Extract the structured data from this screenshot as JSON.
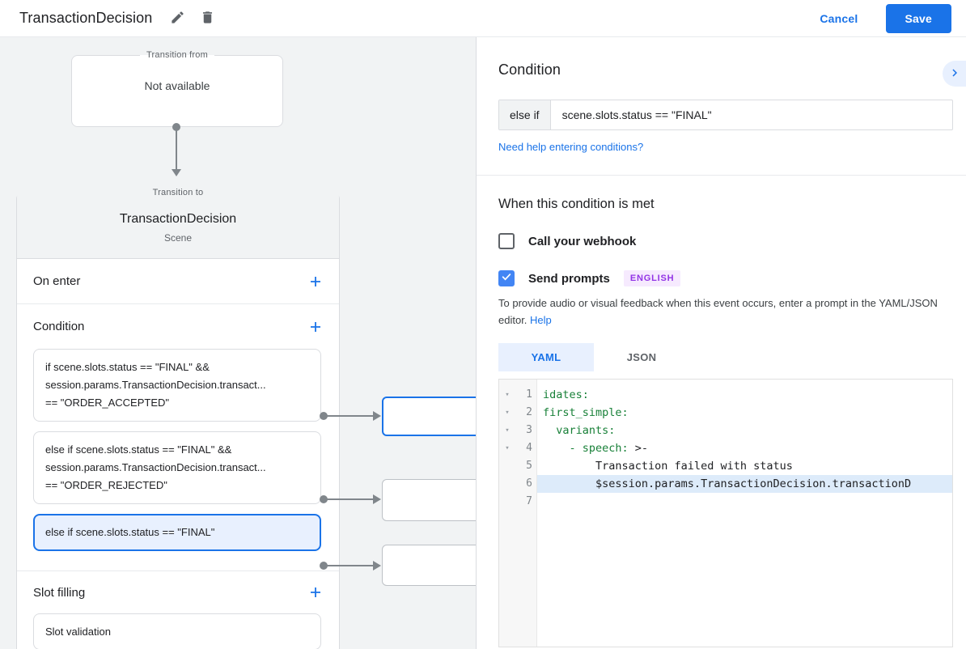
{
  "topbar": {
    "title": "TransactionDecision",
    "cancel_label": "Cancel",
    "save_label": "Save"
  },
  "canvas": {
    "transition_from": {
      "legend": "Transition from",
      "value": "Not available"
    },
    "transition_to": {
      "legend": "Transition to",
      "title": "TransactionDecision",
      "subtitle": "Scene",
      "on_enter_label": "On enter",
      "condition_label": "Condition",
      "conditions": [
        {
          "selected": false,
          "lines": [
            "if scene.slots.status == \"FINAL\" &&",
            "session.params.TransactionDecision.transact...",
            "== \"ORDER_ACCEPTED\""
          ]
        },
        {
          "selected": false,
          "lines": [
            "else if scene.slots.status == \"FINAL\" &&",
            "session.params.TransactionDecision.transact...",
            "== \"ORDER_REJECTED\""
          ]
        },
        {
          "selected": true,
          "lines": [
            "else if scene.slots.status == \"FINAL\""
          ]
        }
      ],
      "slot_filling_label": "Slot filling",
      "slot_card_label": "Slot validation"
    }
  },
  "panel": {
    "heading": "Condition",
    "condition_input": {
      "prefix": "else if",
      "value": "scene.slots.status == \"FINAL\""
    },
    "help_link": "Need help entering conditions?",
    "when_heading": "When this condition is met",
    "webhook_label": "Call your webhook",
    "prompts_label": "Send prompts",
    "language_badge": "ENGLISH",
    "description": "To provide audio or visual feedback when this event occurs, enter a prompt in the YAML/JSON editor.",
    "description_link": "Help",
    "tabs": {
      "yaml": "YAML",
      "json": "JSON"
    },
    "editor_lines": [
      {
        "num": "1",
        "fold": true,
        "highlight": false,
        "segments": [
          {
            "t": "idates:",
            "c": "key"
          }
        ]
      },
      {
        "num": "2",
        "fold": true,
        "highlight": false,
        "segments": [
          {
            "t": "first_simple:",
            "c": "key"
          }
        ]
      },
      {
        "num": "3",
        "fold": true,
        "highlight": false,
        "segments": [
          {
            "t": "  ",
            "c": "plain"
          },
          {
            "t": "variants:",
            "c": "key"
          }
        ]
      },
      {
        "num": "4",
        "fold": true,
        "highlight": false,
        "segments": [
          {
            "t": "    ",
            "c": "plain"
          },
          {
            "t": "- speech:",
            "c": "key"
          },
          {
            "t": " >-",
            "c": "plain"
          }
        ]
      },
      {
        "num": "5",
        "fold": false,
        "highlight": false,
        "segments": [
          {
            "t": "        Transaction failed with status",
            "c": "plain"
          }
        ]
      },
      {
        "num": "6",
        "fold": false,
        "highlight": true,
        "segments": [
          {
            "t": "        $session.params.TransactionDecision.transactionD",
            "c": "plain"
          }
        ]
      },
      {
        "num": "7",
        "fold": false,
        "highlight": false,
        "segments": []
      }
    ]
  },
  "colors": {
    "accent_blue": "#1A73E8",
    "checkbox_blue": "#4285F4",
    "selected_card_bg": "#E8F0FE",
    "badge_purple": "#9334E6",
    "code_key_green": "#188038",
    "canvas_gray": "#F1F3F4"
  }
}
